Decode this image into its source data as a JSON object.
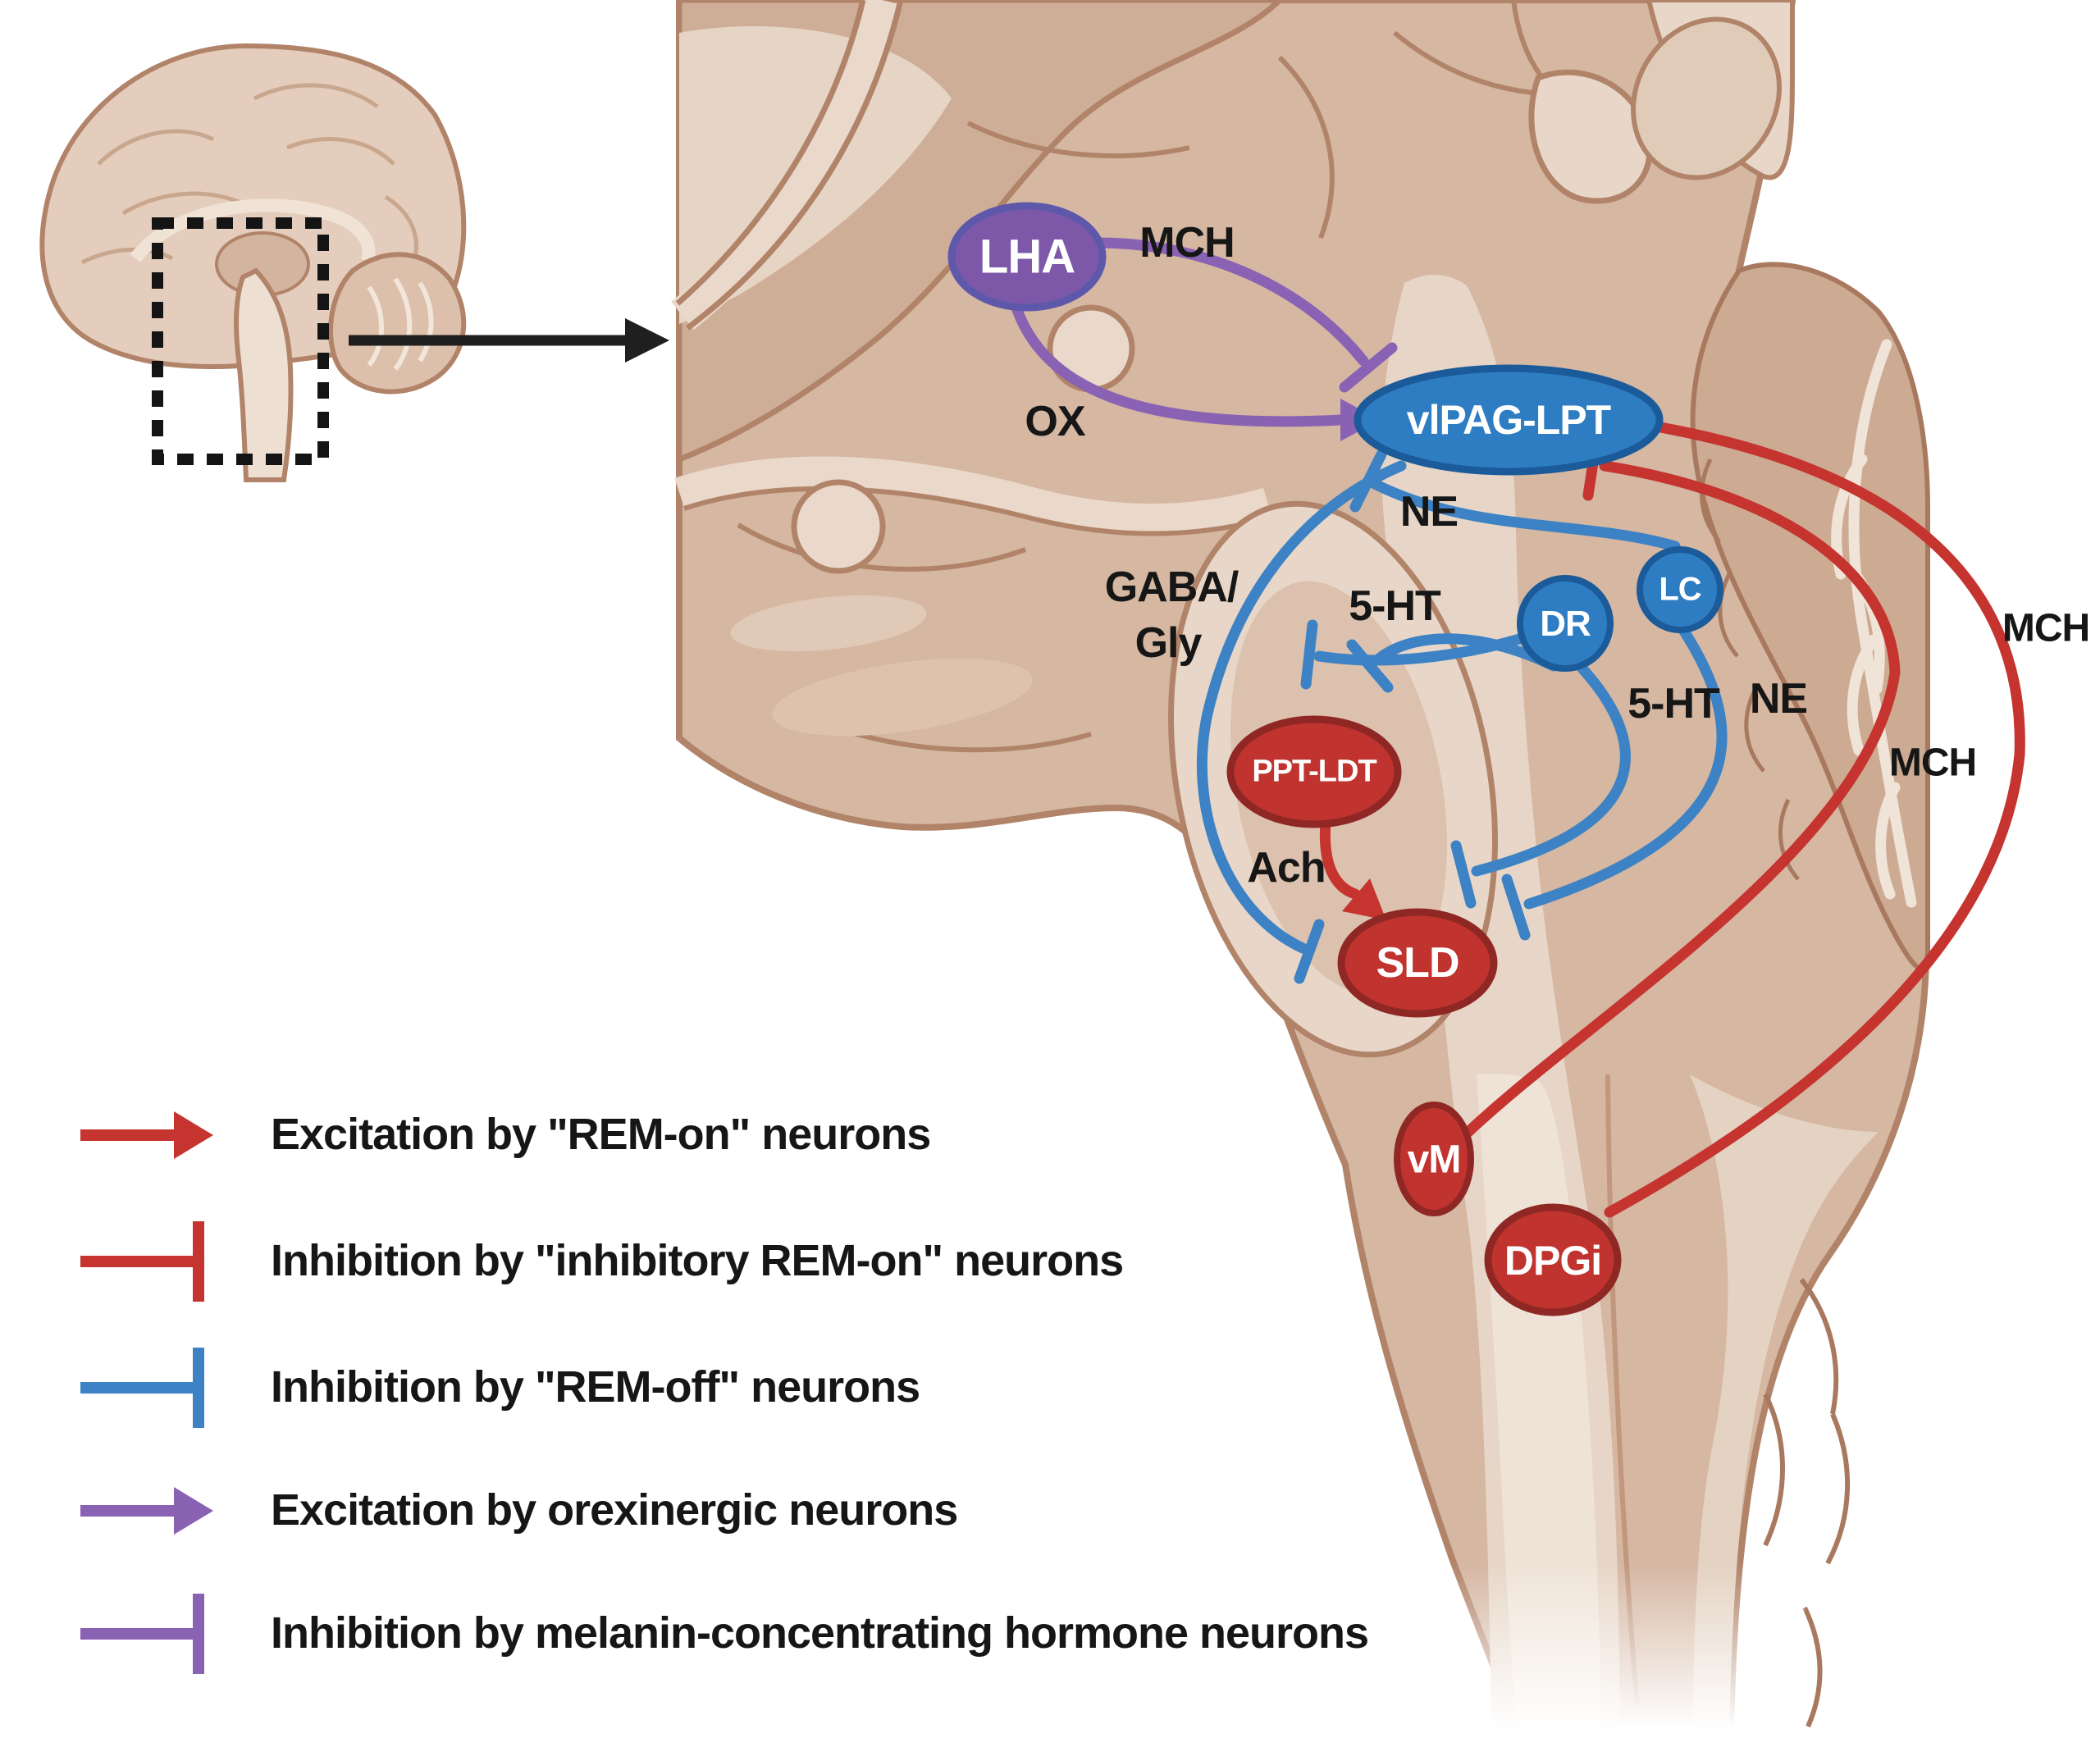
{
  "nodes": {
    "lha": {
      "label": "LHA",
      "color": "#7d58a9",
      "type": "orexinergic-mch"
    },
    "vlpag": {
      "label": "vlPAG-LPT",
      "color": "#2e7dc3",
      "type": "REM-off"
    },
    "dr": {
      "label": "DR",
      "color": "#2e7dc3",
      "type": "REM-off"
    },
    "lc": {
      "label": "LC",
      "color": "#2e7dc3",
      "type": "REM-off"
    },
    "ppt_ldt": {
      "label": "PPT-LDT",
      "color": "#c0332e",
      "type": "REM-on"
    },
    "sld": {
      "label": "SLD",
      "color": "#c0332e",
      "type": "REM-on"
    },
    "vm": {
      "label": "vM",
      "color": "#c0332e",
      "type": "REM-on"
    },
    "dpgi": {
      "label": "DPGi",
      "color": "#c0332e",
      "type": "REM-on"
    }
  },
  "pathway_labels": {
    "mch_top": "MCH",
    "ox": "OX",
    "ne_upper": "NE",
    "gaba_line1": "GABA/",
    "gaba_line2": "Gly",
    "ht5_upper": "5-HT",
    "ach": "Ach",
    "ht5_lower": "5-HT",
    "ne_lower": "NE",
    "mch_middle": "MCH",
    "mch_right": "MCH"
  },
  "legend": {
    "items": [
      {
        "symbol": "red-arrow",
        "color": "#c5342f",
        "label": "Excitation by \"REM-on\" neurons"
      },
      {
        "symbol": "red-tbar",
        "color": "#c5342f",
        "label": "Inhibition by \"inhibitory REM-on\" neurons"
      },
      {
        "symbol": "blue-tbar",
        "color": "#3c82c4",
        "label": "Inhibition by \"REM-off\" neurons"
      },
      {
        "symbol": "purple-arrow",
        "color": "#8a62b4",
        "label": "Excitation by orexinergic neurons"
      },
      {
        "symbol": "purple-tbar",
        "color": "#8a62b4",
        "label": "Inhibition by melanin-concentrating hormone neurons"
      }
    ]
  },
  "colors": {
    "excitation_rem_on": "#c5342f",
    "inhibition_inhibitory_rem_on": "#c5342f",
    "inhibition_rem_off": "#3c82c4",
    "excitation_orexinergic": "#8a62b4",
    "inhibition_mch": "#8a62b4",
    "node_blue": "#2e7dc3",
    "node_red": "#c0332e",
    "node_purple": "#7d58a9",
    "brain_tan": "#d5b7a2",
    "brain_outline": "#b1846a"
  }
}
